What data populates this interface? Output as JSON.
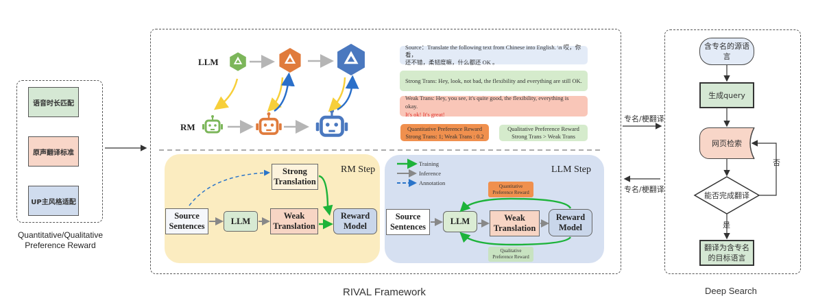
{
  "left_panel": {
    "items": [
      {
        "label": "语音时长匹配",
        "color": "#d5e8d4"
      },
      {
        "label": "原声翻译标准",
        "color": "#f8d6c8"
      },
      {
        "label": "UP主风格适配",
        "color": "#d0dcee"
      }
    ],
    "caption_line1": "Quantitative/Qualitative",
    "caption_line2": "Preference Reward"
  },
  "rival": {
    "caption": "RIVAL Framework",
    "top": {
      "llm_label": "LLM",
      "rm_label": "RM",
      "icon_colors": [
        "#7cb65a",
        "#e07b3c",
        "#4a78bf"
      ],
      "examples": {
        "source_line1": "Source：Translate the following text from Chinese into English. \\n 哎，你看，",
        "source_line2": "还不错，柔韧度嘛，什么都还 OK 。",
        "strong": "Strong Trans:  Hey, look, not bad, the flexibility and everything are still OK.",
        "weak_line1": "Weak Trans: Hey, you see, it's quite good, the flexibility, everything is okay.",
        "weak_line2": "It's ok! It's great!",
        "quant_line1": "Quantitative Preference Reward",
        "quant_line2": "Strong Trans: 1; Weak Trans : 0.2",
        "qual_line1": "Qualitative Preference Reward",
        "qual_line2": "Strong Trans > Weak Trans"
      }
    },
    "rm_step": {
      "title": "RM Step",
      "source_line1": "Source",
      "source_line2": "Sentences",
      "llm": "LLM",
      "strong_line1": "Strong",
      "strong_line2": "Translation",
      "weak_line1": "Weak",
      "weak_line2": "Translation",
      "reward_line1": "Reward",
      "reward_line2": "Model"
    },
    "llm_step": {
      "title": "LLM Step",
      "legend": [
        {
          "label": "Training",
          "color": "#1db33a"
        },
        {
          "label": "Inference",
          "color": "#888888"
        },
        {
          "label": "Annotation",
          "color": "#2a74c9"
        }
      ],
      "source_line1": "Source",
      "source_line2": "Sentences",
      "llm": "LLM",
      "weak_line1": "Weak",
      "weak_line2": "Translation",
      "reward_line1": "Reward",
      "reward_line2": "Model",
      "quant_line1": "Quantitative",
      "quant_line2": "Preference Reward",
      "qual_line1": "Qualitative",
      "qual_line2": "Preference Reward"
    }
  },
  "connectors": {
    "to_search": "专名/梗翻译",
    "from_search": "专名/梗翻译"
  },
  "deep_search": {
    "caption": "Deep Search",
    "start_line1": "含专名的源语",
    "start_line2": "言",
    "generate": "生成query",
    "search": "网页检索",
    "decision": "能否完成翻译",
    "no": "否",
    "yes": "是",
    "end_line1": "翻译为含专名",
    "end_line2": "的目标语言"
  }
}
